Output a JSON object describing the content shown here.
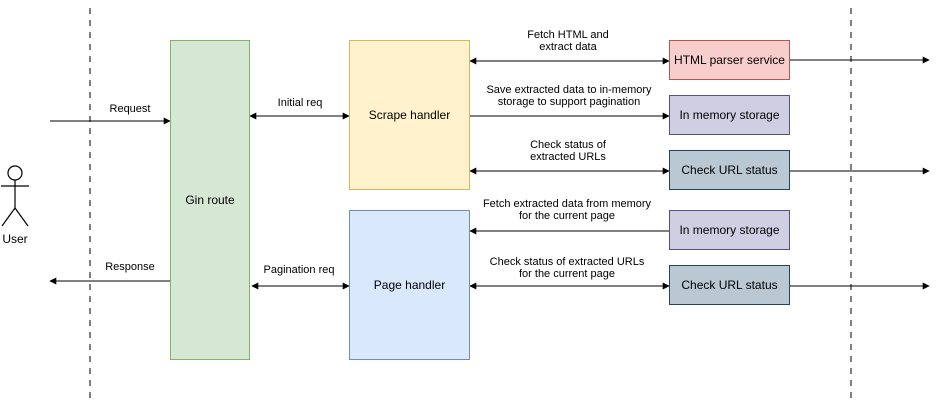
{
  "actor": {
    "label": "User"
  },
  "nodes": {
    "gin_route": {
      "label": "Gin route",
      "fill": "#d5e8d4",
      "stroke": "#82b366"
    },
    "scrape_handler": {
      "label": "Scrape handler",
      "fill": "#fff2cc",
      "stroke": "#d6b656"
    },
    "page_handler": {
      "label": "Page handler",
      "fill": "#dae8fc",
      "stroke": "#6c8ebf"
    },
    "html_parser": {
      "label": "HTML parser service",
      "fill": "#f8cecc",
      "stroke": "#b85450"
    },
    "memory_storage_1": {
      "label": "In memory storage",
      "fill": "#d0cee2",
      "stroke": "#56517e"
    },
    "check_url_1": {
      "label": "Check URL status",
      "fill": "#bac8d3",
      "stroke": "#23445d"
    },
    "memory_storage_2": {
      "label": "In memory storage",
      "fill": "#d0cee2",
      "stroke": "#56517e"
    },
    "check_url_2": {
      "label": "Check URL status",
      "fill": "#bac8d3",
      "stroke": "#23445d"
    }
  },
  "edges": {
    "request": "Request",
    "response": "Response",
    "initial_req": "Initial req",
    "pagination_req": "Pagination req",
    "fetch_html_1": "Fetch HTML and",
    "fetch_html_2": "extract data",
    "save_data_1": "Save extracted data to in-memory",
    "save_data_2": "storage to support pagination",
    "check_status_1": "Check status of",
    "check_status_2": "extracted URLs",
    "fetch_memory_1": "Fetch extracted data from memory",
    "fetch_memory_2": "for the current page",
    "check_page_1": "Check status of extracted URLs",
    "check_page_2": "for the current page"
  }
}
